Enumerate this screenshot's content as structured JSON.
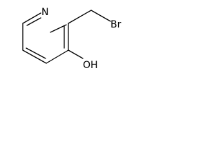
{
  "molecule": {
    "atoms": {
      "ring_nitrogen": "N",
      "bromine": "Br",
      "hydroxyl": "OH"
    }
  },
  "colors": {
    "background": "#ffffff",
    "bond": "#000000",
    "label": "#000000"
  }
}
